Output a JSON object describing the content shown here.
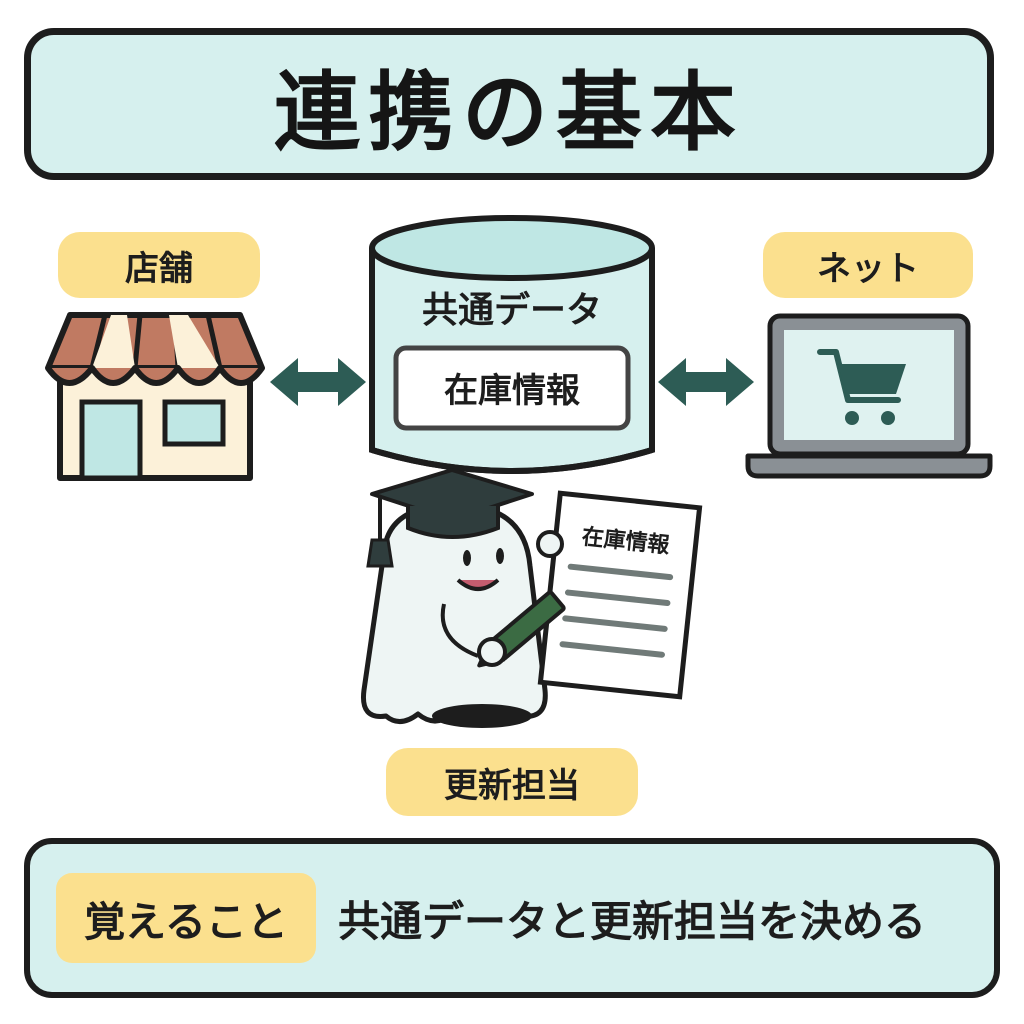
{
  "title": "連携の基本",
  "labels": {
    "store": "店舗",
    "net": "ネット",
    "updater": "更新担当"
  },
  "database": {
    "label": "共通データ",
    "field": "在庫情報"
  },
  "document": {
    "title": "在庫情報"
  },
  "summary": {
    "tag": "覚えること",
    "text": "共通データと更新担当を決める"
  },
  "colors": {
    "panel": "#d6f0ee",
    "accent_pill": "#fbe08e",
    "arrow": "#2d5c55",
    "outline": "#1d1d1d",
    "awning": "#c07a62",
    "store_wall": "#fcf1d9"
  },
  "icons": [
    "store-icon",
    "database-icon",
    "laptop-icon",
    "cart-icon",
    "mascot-icon",
    "graduation-cap-icon",
    "pencil-icon",
    "document-icon"
  ]
}
